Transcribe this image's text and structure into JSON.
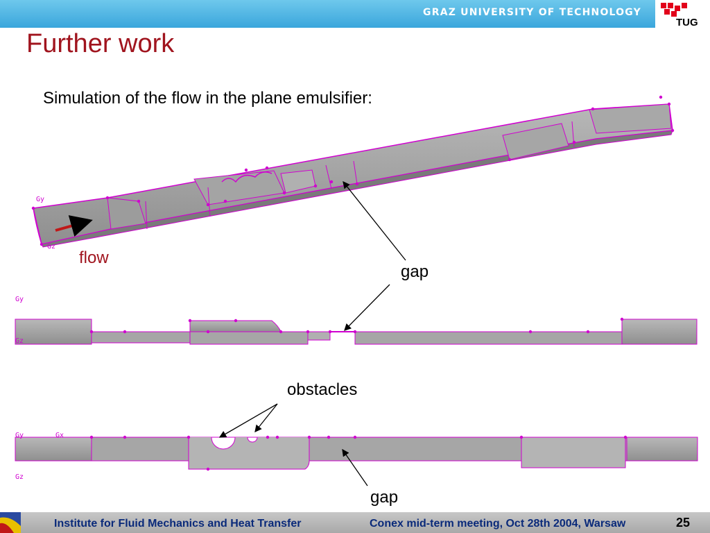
{
  "header": {
    "university": "GRAZ UNIVERSITY OF TECHNOLOGY",
    "logo_text": "TUG"
  },
  "slide": {
    "title": "Further work",
    "subtitle": "Simulation of the flow in the plane emulsifier:",
    "flow_label": "flow",
    "gap_label_1": "gap",
    "obstacles_label": "obstacles",
    "gap_label_2": "gap",
    "axes": {
      "y": "Gy",
      "z": "Gz",
      "x": "Gx"
    }
  },
  "footer": {
    "institute": "Institute for Fluid Mechanics and Heat Transfer",
    "event": "Conex mid-term meeting, Oct 28th 2004, Warsaw",
    "page_number": "25"
  },
  "colors": {
    "title": "#a0141e",
    "header": "#3aa6dc",
    "mesh_edge": "#d000d0",
    "footer_text": "#0a2a7a",
    "arrow": "#c01818"
  }
}
